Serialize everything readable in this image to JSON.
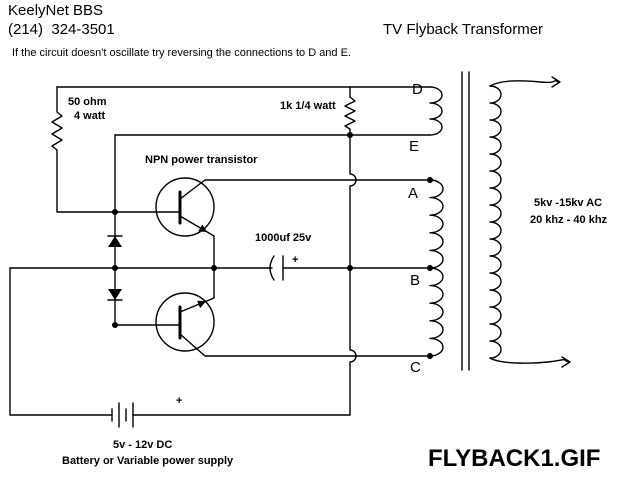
{
  "header": {
    "bbs_name": "KeelyNet BBS",
    "phone": "(214)  324-3501",
    "title": "TV Flyback Transformer",
    "note": "If the circuit doesn't oscillate try reversing the connections to D and E."
  },
  "resistor_50": {
    "value": "50 ohm",
    "power": "4 watt"
  },
  "resistor_1k": {
    "label": "1k 1/4 watt"
  },
  "transistors": {
    "label": "NPN power transistor"
  },
  "capacitor": {
    "label": "1000uf 25v",
    "polarity": "+"
  },
  "terminals": {
    "d": "D",
    "e": "E",
    "a": "A",
    "b": "B",
    "c": "C"
  },
  "output": {
    "voltage": "5kv -15kv AC",
    "frequency": "20 khz - 40 khz"
  },
  "supply": {
    "rating": "5v - 12v DC",
    "description": "Battery or Variable power supply",
    "polarity": "+"
  },
  "footer": {
    "filename": "FLYBACK1.GIF"
  },
  "colors": {
    "background": "#ffffff",
    "ink": "#000000"
  }
}
